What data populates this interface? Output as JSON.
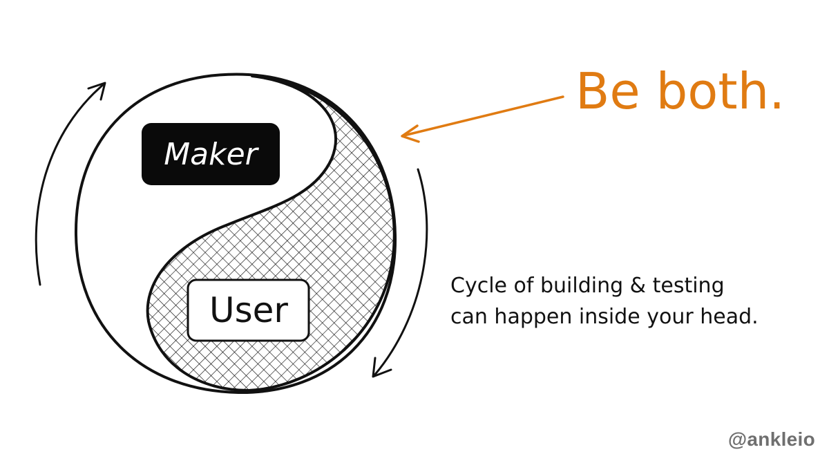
{
  "diagram": {
    "maker_label": "Maker",
    "user_label": "User",
    "headline": "Be both.",
    "caption_line1": "Cycle of building & testing",
    "caption_line2": "can happen inside your head.",
    "credit": "@ankleio"
  },
  "colors": {
    "accent": "#e07b12",
    "ink": "#111111",
    "credit": "#6f6f6f",
    "background": "#ffffff"
  }
}
